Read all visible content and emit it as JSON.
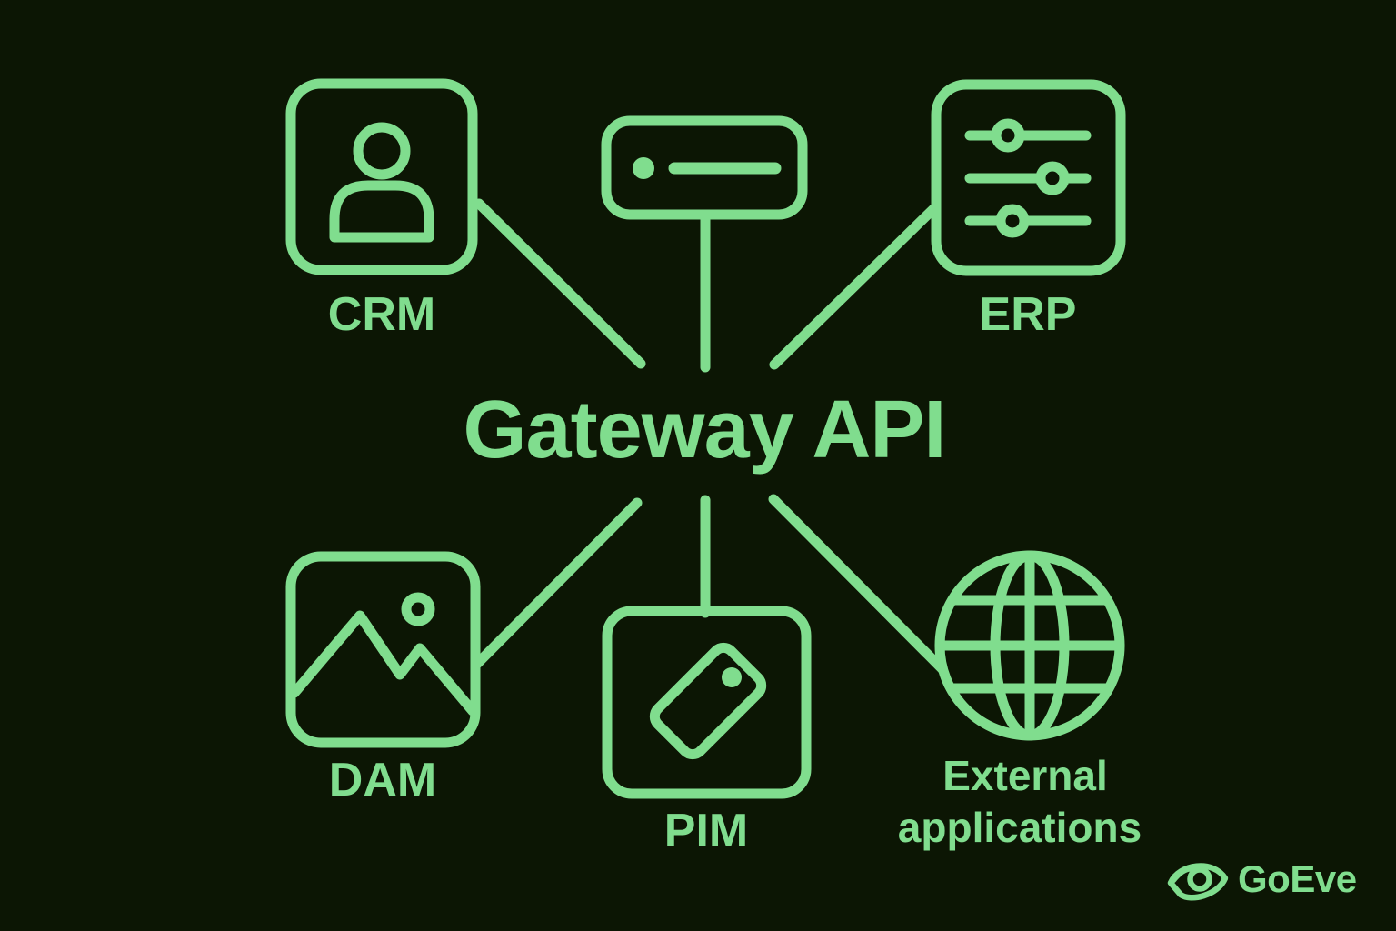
{
  "colors": {
    "accent": "#80dd8e",
    "background": "#0c1604"
  },
  "diagram": {
    "title": "Gateway API",
    "nodes": {
      "crm": {
        "label": "CRM",
        "icon": "user-icon"
      },
      "form": {
        "icon": "input-field-icon"
      },
      "erp": {
        "label": "ERP",
        "icon": "sliders-icon"
      },
      "dam": {
        "label": "DAM",
        "icon": "image-icon"
      },
      "pim": {
        "label": "PIM",
        "icon": "tag-icon"
      },
      "external": {
        "label_line1": "External",
        "label_line2": "applications",
        "icon": "globe-icon"
      }
    },
    "connections": [
      "crm-gateway",
      "form-gateway",
      "erp-gateway",
      "dam-gateway",
      "pim-gateway",
      "external-gateway"
    ]
  },
  "branding": {
    "name": "GoEve",
    "icon": "eye-icon"
  }
}
